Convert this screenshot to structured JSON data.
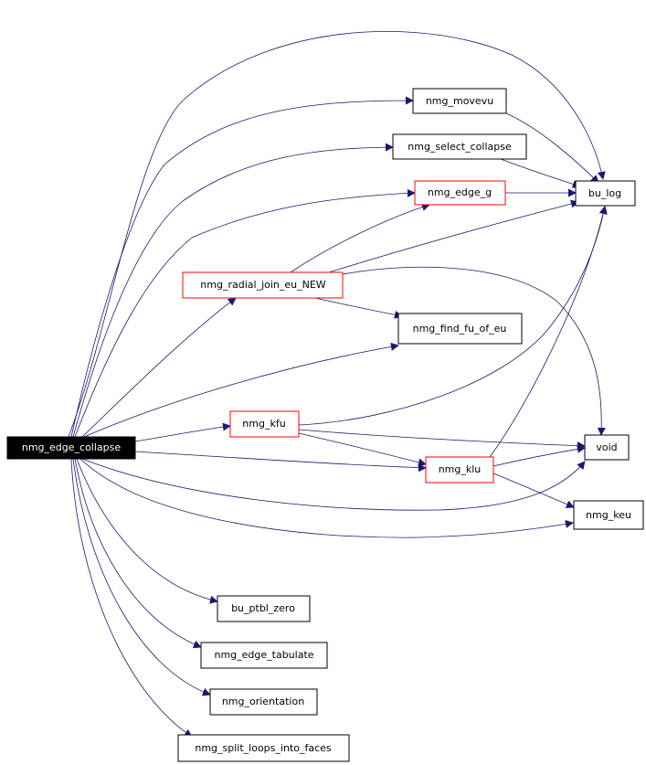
{
  "graph": {
    "colors": {
      "edge": "#191970",
      "root_fill": "#000000",
      "root_text": "#ffffff",
      "normal_border": "#000000",
      "highlight_border": "#ff0000",
      "node_fill": "#ffffff",
      "node_text": "#000000"
    },
    "nodes": [
      {
        "id": "root",
        "label": "nmg_edge_collapse",
        "style": "root"
      },
      {
        "id": "movevu",
        "label": "nmg_movevu",
        "style": "normal"
      },
      {
        "id": "select_collapse",
        "label": "nmg_select_collapse",
        "style": "normal"
      },
      {
        "id": "edge_g",
        "label": "nmg_edge_g",
        "style": "highlight"
      },
      {
        "id": "bu_log",
        "label": "bu_log",
        "style": "normal"
      },
      {
        "id": "radial_join",
        "label": "nmg_radial_join_eu_NEW",
        "style": "highlight"
      },
      {
        "id": "find_fu",
        "label": "nmg_find_fu_of_eu",
        "style": "normal"
      },
      {
        "id": "kfu",
        "label": "nmg_kfu",
        "style": "highlight"
      },
      {
        "id": "void",
        "label": "void",
        "style": "normal"
      },
      {
        "id": "klu",
        "label": "nmg_klu",
        "style": "highlight"
      },
      {
        "id": "keu",
        "label": "nmg_keu",
        "style": "normal"
      },
      {
        "id": "ptbl_zero",
        "label": "bu_ptbl_zero",
        "style": "normal"
      },
      {
        "id": "tabulate",
        "label": "nmg_edge_tabulate",
        "style": "normal"
      },
      {
        "id": "orientation",
        "label": "nmg_orientation",
        "style": "normal"
      },
      {
        "id": "split_loops",
        "label": "nmg_split_loops_into_faces",
        "style": "normal"
      }
    ],
    "edges": [
      {
        "from": "root",
        "to": "bu_log"
      },
      {
        "from": "root",
        "to": "movevu"
      },
      {
        "from": "root",
        "to": "select_collapse"
      },
      {
        "from": "root",
        "to": "edge_g"
      },
      {
        "from": "root",
        "to": "radial_join"
      },
      {
        "from": "root",
        "to": "find_fu"
      },
      {
        "from": "root",
        "to": "kfu"
      },
      {
        "from": "root",
        "to": "klu"
      },
      {
        "from": "root",
        "to": "void"
      },
      {
        "from": "root",
        "to": "keu"
      },
      {
        "from": "root",
        "to": "ptbl_zero"
      },
      {
        "from": "root",
        "to": "tabulate"
      },
      {
        "from": "root",
        "to": "orientation"
      },
      {
        "from": "root",
        "to": "split_loops"
      },
      {
        "from": "movevu",
        "to": "bu_log"
      },
      {
        "from": "select_collapse",
        "to": "bu_log"
      },
      {
        "from": "edge_g",
        "to": "bu_log"
      },
      {
        "from": "radial_join",
        "to": "edge_g"
      },
      {
        "from": "radial_join",
        "to": "bu_log"
      },
      {
        "from": "radial_join",
        "to": "find_fu"
      },
      {
        "from": "radial_join",
        "to": "void"
      },
      {
        "from": "kfu",
        "to": "bu_log"
      },
      {
        "from": "kfu",
        "to": "void"
      },
      {
        "from": "kfu",
        "to": "klu"
      },
      {
        "from": "klu",
        "to": "bu_log"
      },
      {
        "from": "klu",
        "to": "void"
      },
      {
        "from": "klu",
        "to": "keu"
      }
    ]
  }
}
